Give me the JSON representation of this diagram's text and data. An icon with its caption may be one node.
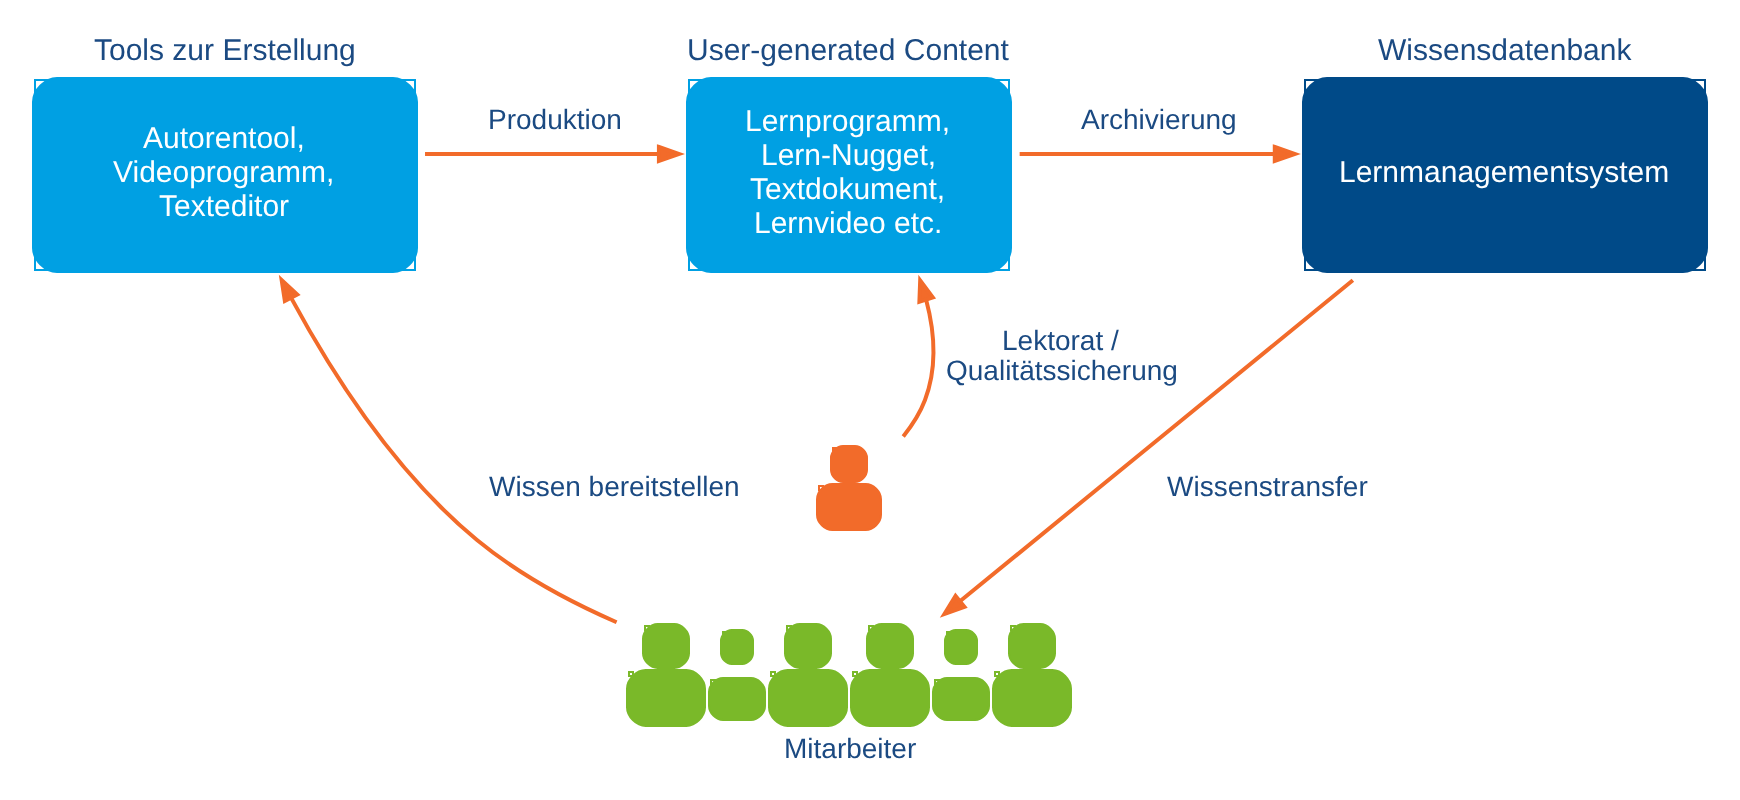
{
  "diagram": {
    "nodes": [
      {
        "text": [
          "Tools zur Erstellung",
          "Autorentool, Videoprogramm, Texteditor"
        ]
      },
      {
        "text": [
          "User-generated Content",
          "Lernprogramm, Lern-Nugget, Textdokument, Lernvideo etc."
        ]
      },
      {
        "text": [
          "Wissensdatenbank",
          "Lernmanagementsystem"
        ]
      },
      {
        "text": [],
        "shape": "person"
      },
      {
        "text": [],
        "shape": "person",
        "beside": [
          "Mitarbeiter"
        ]
      }
    ],
    "edges": [
      {
        "from": 0,
        "to": 1,
        "arrow": "to",
        "label": "Produktion"
      },
      {
        "from": 1,
        "to": 2,
        "arrow": "to",
        "label": "Archivierung"
      },
      {
        "from": 3,
        "to": 1,
        "arrow": "to",
        "label": "Lektorat / Qualitätssicherung"
      },
      {
        "from": 2,
        "to": 4,
        "arrow": "to",
        "label": "Wissenstransfer"
      },
      {
        "from": 4,
        "to": 0,
        "arrow": "to",
        "label": "Wissen bereitstellen"
      }
    ]
  }
}
